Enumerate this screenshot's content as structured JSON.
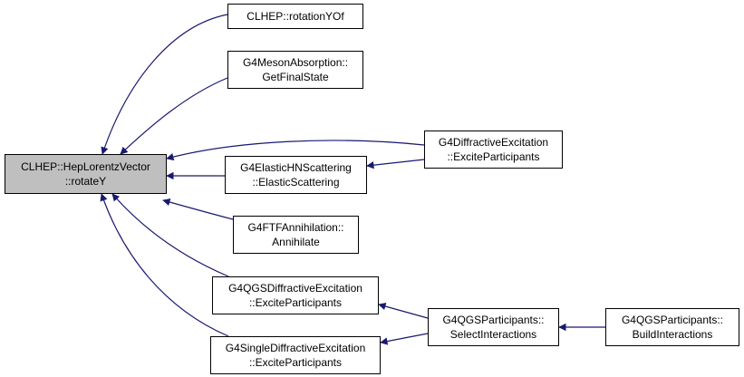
{
  "graph": {
    "root": {
      "line1": "CLHEP::HepLorentzVector",
      "line2": "::rotateY"
    },
    "nodes": {
      "rotationYOf": {
        "line1": "CLHEP::rotationYOf"
      },
      "mesonAbsorption": {
        "line1": "G4MesonAbsorption::",
        "line2": "GetFinalState"
      },
      "diffractiveExcitation": {
        "line1": "G4DiffractiveExcitation",
        "line2": "::ExciteParticipants"
      },
      "elasticHN": {
        "line1": "G4ElasticHNScattering",
        "line2": "::ElasticScattering"
      },
      "ftfAnnihilation": {
        "line1": "G4FTFAnnihilation::",
        "line2": "Annihilate"
      },
      "qgsDiffractive": {
        "line1": "G4QGSDiffractiveExcitation",
        "line2": "::ExciteParticipants"
      },
      "singleDiffractive": {
        "line1": "G4SingleDiffractiveExcitation",
        "line2": "::ExciteParticipants"
      },
      "selectInteractions": {
        "line1": "G4QGSParticipants::",
        "line2": "SelectInteractions"
      },
      "buildInteractions": {
        "line1": "G4QGSParticipants::",
        "line2": "BuildInteractions"
      }
    },
    "edges": [
      {
        "from": "rotationYOf",
        "to": "root"
      },
      {
        "from": "mesonAbsorption",
        "to": "root"
      },
      {
        "from": "diffractiveExcitation",
        "to": "root"
      },
      {
        "from": "elasticHN",
        "to": "root"
      },
      {
        "from": "ftfAnnihilation",
        "to": "root"
      },
      {
        "from": "qgsDiffractive",
        "to": "root"
      },
      {
        "from": "singleDiffractive",
        "to": "root"
      },
      {
        "from": "diffractiveExcitation",
        "to": "elasticHN"
      },
      {
        "from": "selectInteractions",
        "to": "qgsDiffractive"
      },
      {
        "from": "selectInteractions",
        "to": "singleDiffractive"
      },
      {
        "from": "buildInteractions",
        "to": "selectInteractions"
      }
    ],
    "colors": {
      "edge": "#191970",
      "root_fill": "#bfbfbf",
      "node_fill": "#ffffff",
      "border": "#000000"
    }
  }
}
